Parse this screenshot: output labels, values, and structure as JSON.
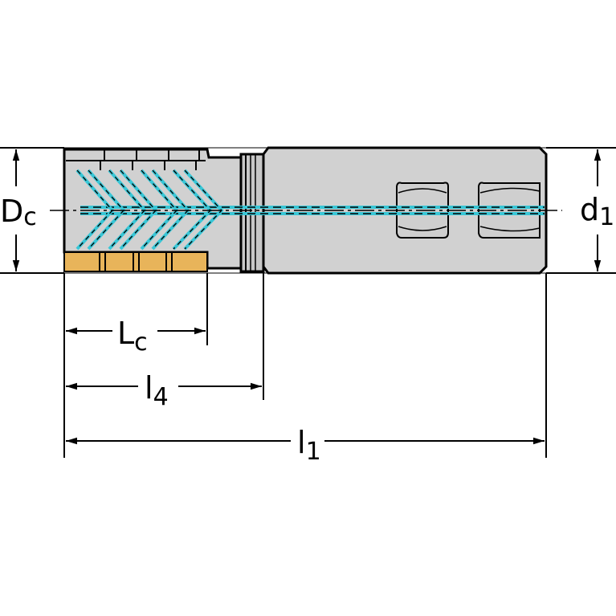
{
  "colors": {
    "body": "#d1d1d1",
    "outline": "#000000",
    "coolant": "#37c6d6",
    "insert": "#e8b45a",
    "background": "#ffffff"
  },
  "labels": {
    "dc_main": "D",
    "dc_sub": "c",
    "d1_main": "d",
    "d1_sub": "1",
    "lc_main": "L",
    "lc_sub": "c",
    "l4_main": "l",
    "l4_sub": "4",
    "l1_main": "l",
    "l1_sub": "1"
  }
}
